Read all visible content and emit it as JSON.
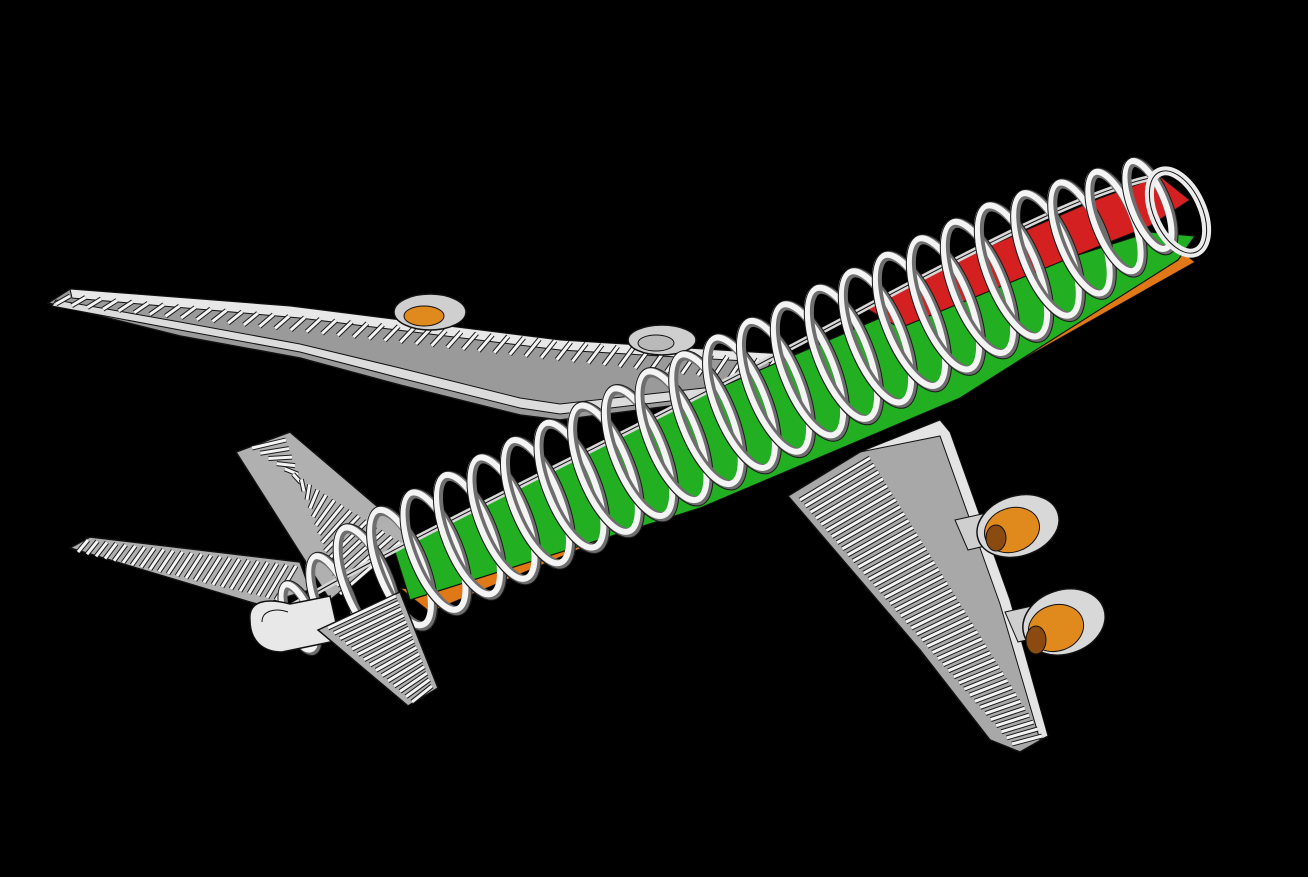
{
  "scene": {
    "subject": "aircraft-structural-model",
    "background_color": "#000000",
    "colors": {
      "frame": "#cfcfcf",
      "frame_shadow": "#6e6e6e",
      "frame_highlight": "#f4f4f4",
      "outline": "#1a1a1a",
      "upper_deck_floor": "#d42020",
      "main_deck_floor": "#22b022",
      "cargo_floor": "#e07818",
      "engine_core": "#e08a1e",
      "engine_shadow": "#8a4a10"
    },
    "components": [
      "fuselage",
      "fuselage-frames",
      "upper-deck-floor",
      "main-deck-floor",
      "cargo-floor",
      "left-wing",
      "right-wing",
      "vertical-stabilizer",
      "left-horizontal-stabilizer",
      "right-horizontal-stabilizer",
      "engine-1",
      "engine-2",
      "engine-3",
      "engine-4",
      "tail-cone"
    ]
  }
}
